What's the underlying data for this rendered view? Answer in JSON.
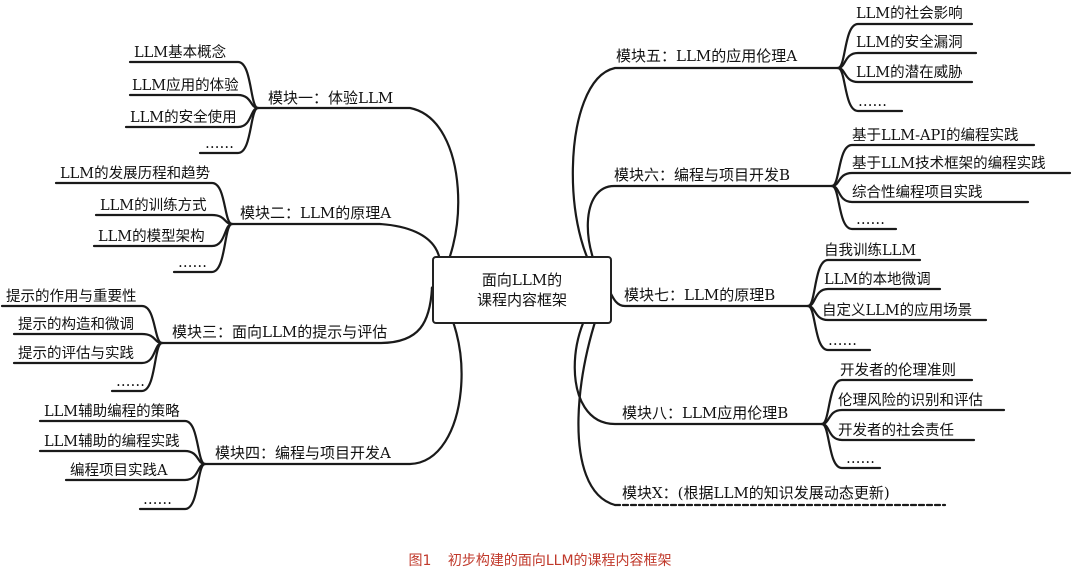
{
  "center": {
    "line1": "面向LLM的",
    "line2": "课程内容框架"
  },
  "caption": {
    "fig": "图1",
    "text": "初步构建的面向LLM的课程内容框架"
  },
  "left_modules": [
    {
      "title": "模块一：体验LLM",
      "items": [
        "LLM基本概念",
        "LLM应用的体验",
        "LLM的安全使用",
        "……"
      ]
    },
    {
      "title": "模块二：LLM的原理A",
      "items": [
        "LLM的发展历程和趋势",
        "LLM的训练方式",
        "LLM的模型架构",
        "……"
      ]
    },
    {
      "title": "模块三：面向LLM的提示与评估",
      "items": [
        "提示的作用与重要性",
        "提示的构造和微调",
        "提示的评估与实践",
        "……"
      ]
    },
    {
      "title": "模块四：编程与项目开发A",
      "items": [
        "LLM辅助编程的策略",
        "LLM辅助的编程实践",
        "编程项目实践A",
        "……"
      ]
    }
  ],
  "right_modules": [
    {
      "title": "模块五：LLM的应用伦理A",
      "items": [
        "LLM的社会影响",
        "LLM的安全漏洞",
        "LLM的潜在威胁",
        "……"
      ]
    },
    {
      "title": "模块六：编程与项目开发B",
      "items": [
        "基于LLM-API的编程实践",
        "基于LLM技术框架的编程实践",
        "综合性编程项目实践",
        "……"
      ]
    },
    {
      "title": "模块七：LLM的原理B",
      "items": [
        "自我训练LLM",
        "LLM的本地微调",
        "自定义LLM的应用场景",
        "……"
      ]
    },
    {
      "title": "模块八：LLM应用伦理B",
      "items": [
        "开发者的伦理准则",
        "伦理风险的识别和评估",
        "开发者的社会责任",
        "……"
      ]
    },
    {
      "title": "模块X：(根据LLM的知识发展动态更新)",
      "items": []
    }
  ]
}
